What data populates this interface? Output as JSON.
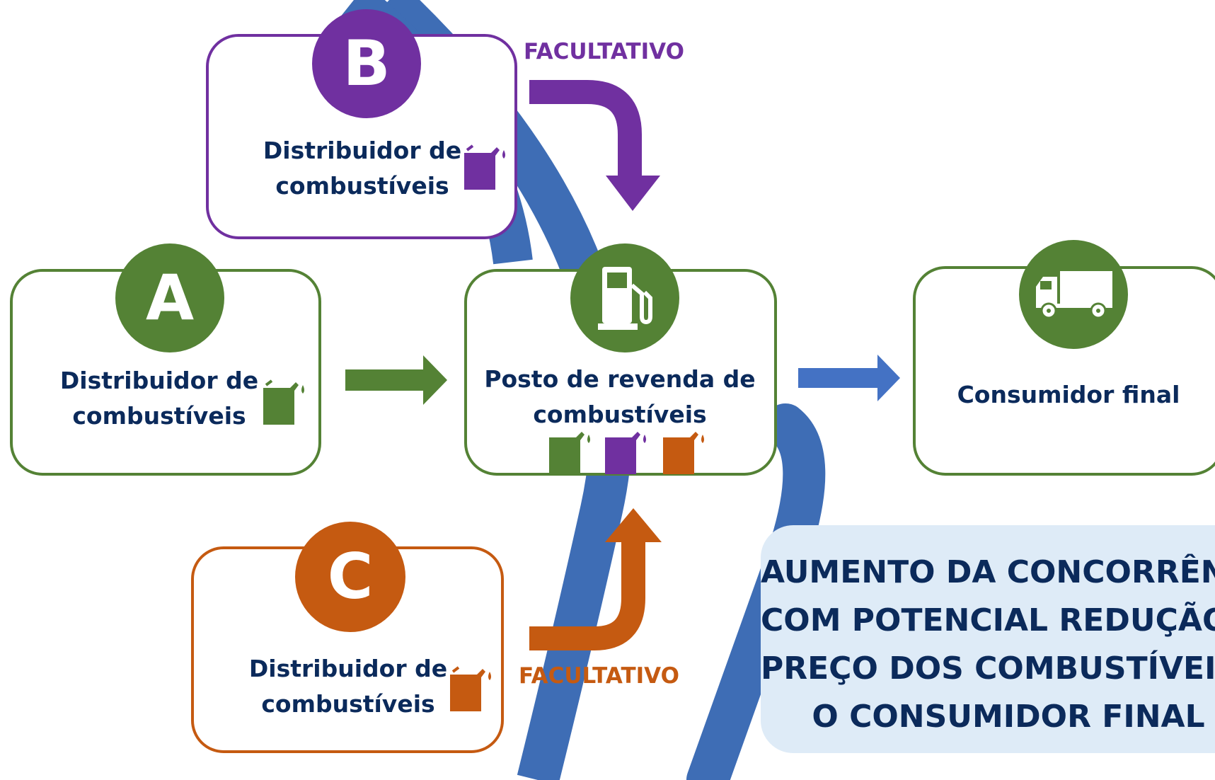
{
  "colors": {
    "green": "#548235",
    "purple": "#7030a0",
    "orange": "#c55a11",
    "blue": "#3e6db5",
    "arrow_blue": "#4472c4",
    "text_navy": "#0b2a5b",
    "note_bg": "#deebf7"
  },
  "distributor_a": {
    "letter": "A",
    "label_line1": "Distribuidor de",
    "label_line2": "combustíveis",
    "icon": "fuel-can-icon"
  },
  "distributor_b": {
    "letter": "B",
    "label_line1": "Distribuidor de",
    "label_line2": "combustíveis",
    "icon": "fuel-can-icon",
    "tag": "FACULTATIVO"
  },
  "distributor_c": {
    "letter": "C",
    "label_line1": "Distribuidor de",
    "label_line2": "combustíveis",
    "icon": "fuel-can-icon",
    "tag": "FACULTATIVO"
  },
  "station": {
    "label_line1": "Posto de revenda de",
    "label_line2": "combustíveis",
    "icon": "fuel-pump-icon"
  },
  "consumer": {
    "label": "Consumidor final",
    "icon": "truck-icon"
  },
  "note": {
    "line1": "AUMENTO DA CONCORRÊNCIA",
    "line2": "COM POTENCIAL REDUÇÃO DO",
    "line3": "PREÇO DOS COMBUSTÍVEIS PARA",
    "line4": "O CONSUMIDOR FINAL"
  }
}
